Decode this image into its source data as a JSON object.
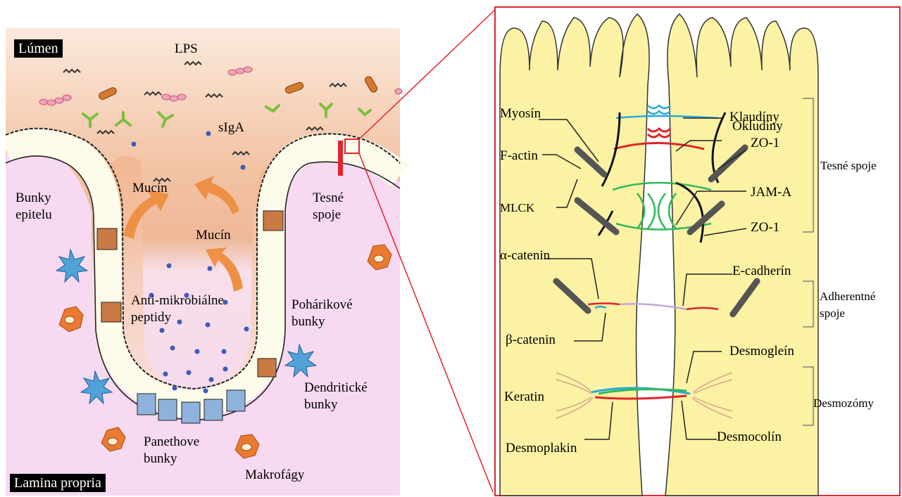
{
  "left_panel": {
    "lumen": "Lúmen",
    "lps": "LPS",
    "sIgA": "sIgA",
    "mucin_1": "Mucín",
    "mucin_2": "Mucín",
    "epithelial_cells": [
      "Bunky",
      "epitelu"
    ],
    "tight_junctions": [
      "Tesné",
      "spoje"
    ],
    "antimicrobial": [
      "Anti-mikrobiálne",
      "peptidy"
    ],
    "goblet_cells": [
      "Pohárikové",
      "bunky"
    ],
    "dendritic_cells": [
      "Dendritické",
      "bunky"
    ],
    "paneth_cells": [
      "Panethove",
      "bunky"
    ],
    "macrophages": "Makrofágy",
    "lamina_propria": "Lamina propria"
  },
  "right_panel": {
    "claudins": "Klaudíny",
    "myosin": "Myosín",
    "occludins": "Okludíny",
    "zo1_top": "ZO-1",
    "f_actin": "F-actin",
    "tight_junctions": "Tesné spoje",
    "jam_a": "JAM-A",
    "mlck": "MLCK",
    "zo1_bottom": "ZO-1",
    "alpha_catenin": "α-catenin",
    "e_cadherin": "E-cadherín",
    "adherens": [
      "Adherentné",
      "spoje"
    ],
    "beta_catenin": "β-catenin",
    "desmoglein": "Desmogleín",
    "keratin": "Keratin",
    "desmosomes": "Desmozómy",
    "desmoplakin": "Desmoplakin",
    "desmocollin": "Desmocolín"
  },
  "colors": {
    "lumen_top": "#f0b896",
    "lamina": "#f8dcf4",
    "cell_yellow": "#fbf2a0",
    "red": "#e2242c",
    "blue_dot": "#3f5cb8",
    "orange": "#e88a3c"
  }
}
